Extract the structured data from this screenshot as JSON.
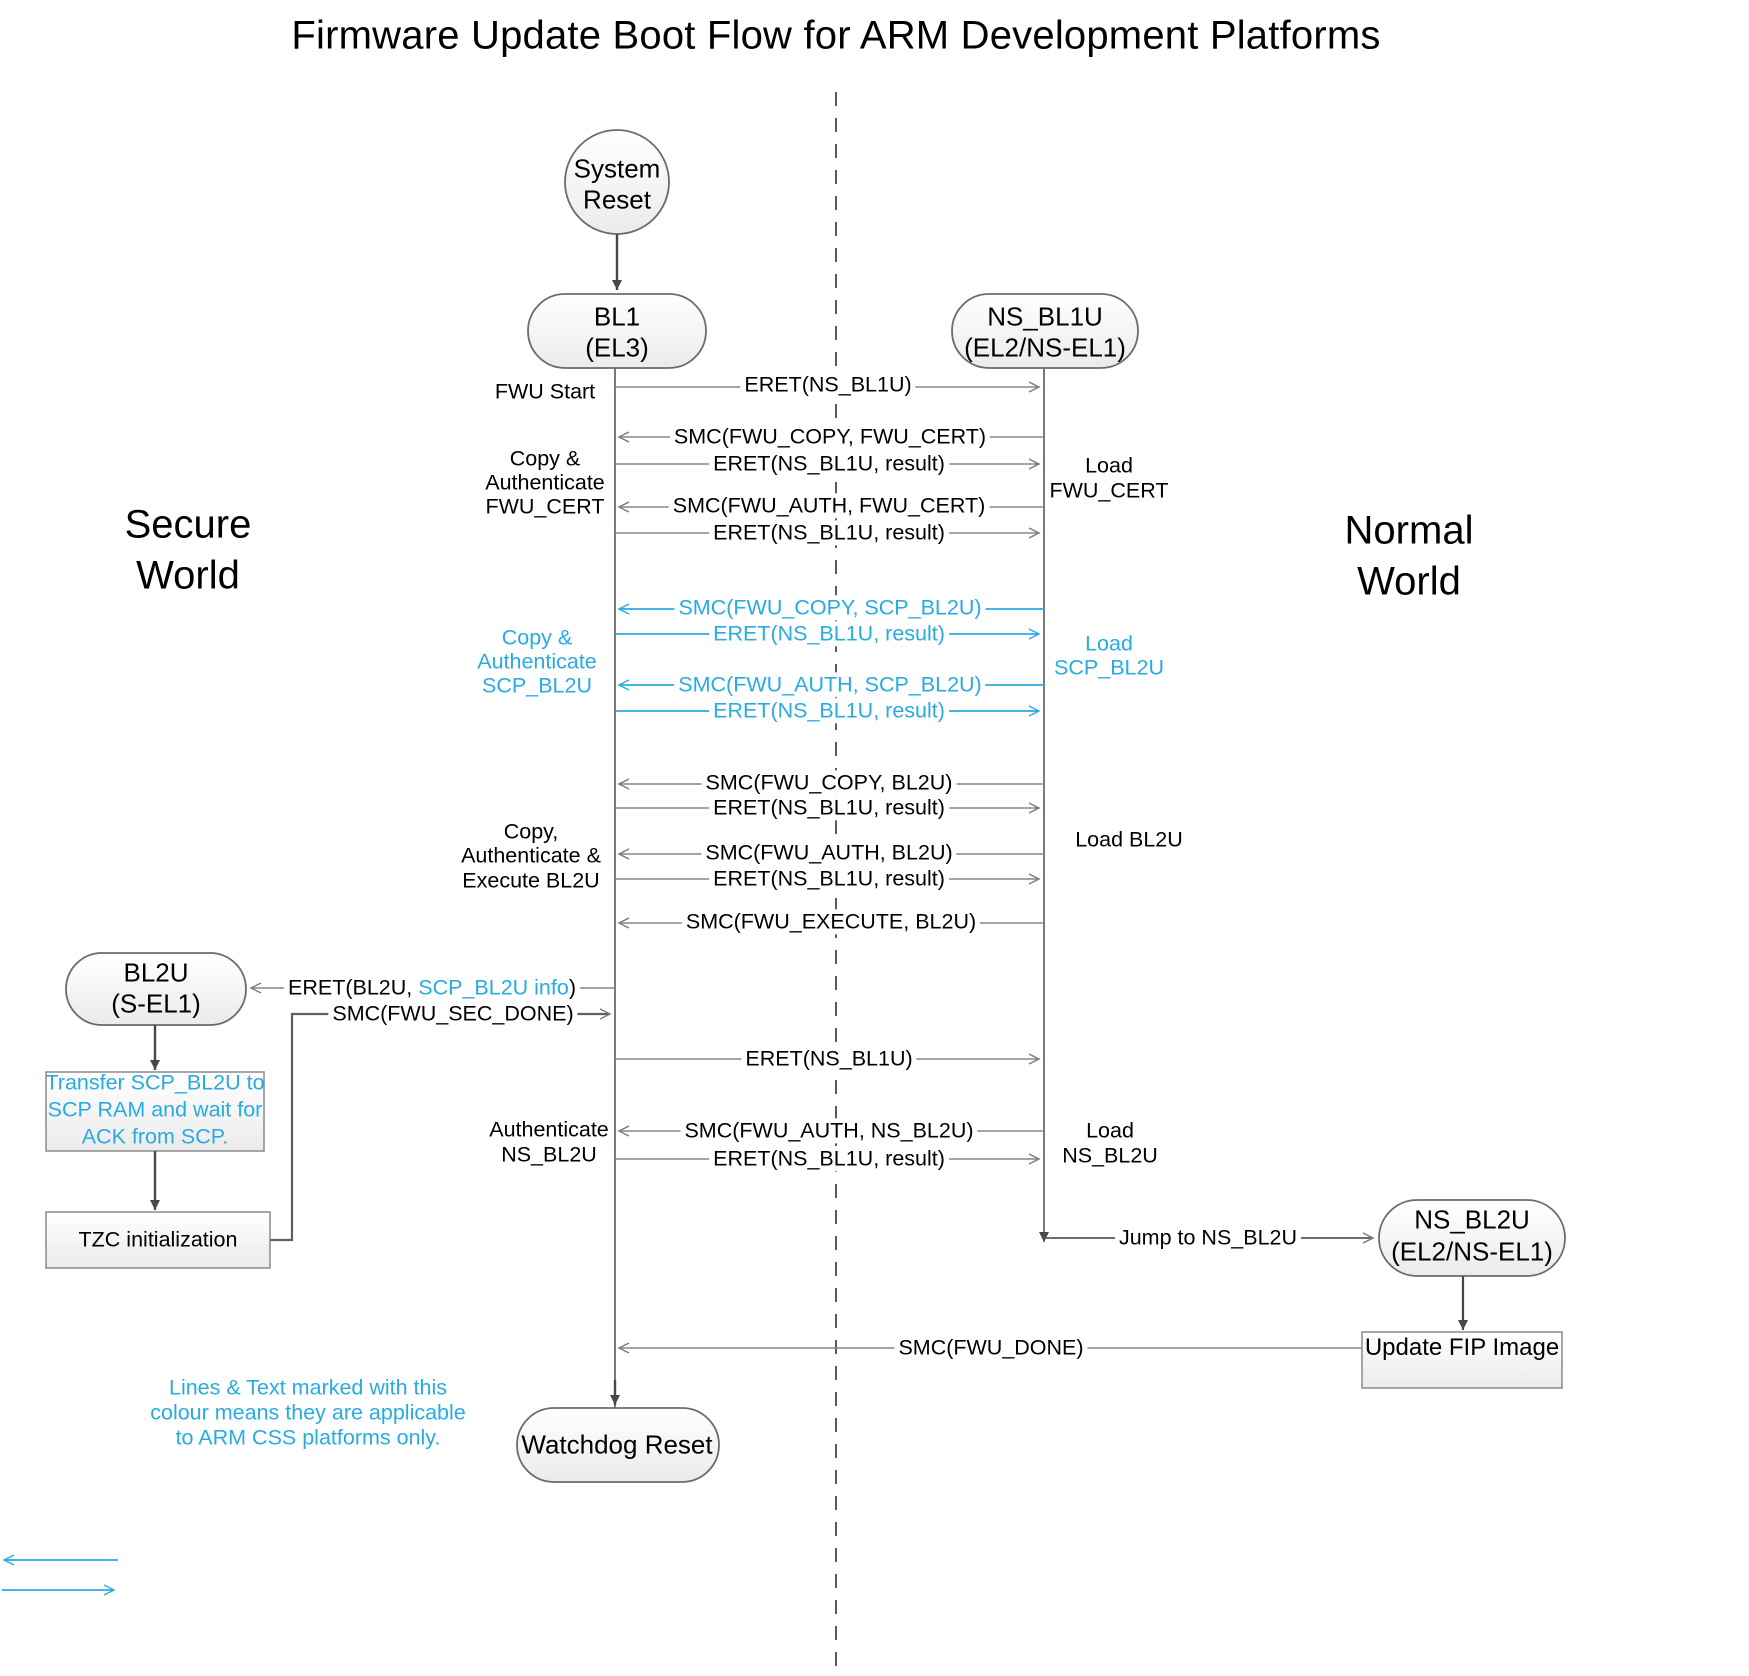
{
  "title": "Firmware Update Boot Flow for ARM Development Platforms",
  "worlds": {
    "secure": "Secure\nWorld",
    "secure_line1": "Secure",
    "secure_line2": "World",
    "normal_line1": "Normal",
    "normal_line2": "World"
  },
  "colors": {
    "cyan": "#29ABE2",
    "line": "#595959",
    "line_light": "#808080",
    "node_fill_top": "#ffffff",
    "node_fill_bottom": "#eeeeee",
    "node_stroke": "#595959",
    "text": "#000000"
  },
  "nodes": {
    "system_reset": {
      "line1": "System",
      "line2": "Reset"
    },
    "bl1": {
      "line1": "BL1",
      "line2": "(EL3)"
    },
    "ns_bl1u": {
      "line1": "NS_BL1U",
      "line2": "(EL2/NS-EL1)"
    },
    "bl2u": {
      "line1": "BL2U",
      "line2": "(S-EL1)"
    },
    "ns_bl2u": {
      "line1": "NS_BL2U",
      "line2": "(EL2/NS-EL1)"
    },
    "watchdog_reset": {
      "label": "Watchdog Reset"
    },
    "transfer_scp": {
      "line1": "Transfer SCP_BL2U to",
      "line2": "SCP RAM and wait for",
      "line3": "ACK from SCP."
    },
    "tzc_init": {
      "label": "TZC initialization"
    },
    "update_fip": {
      "label": "Update FIP Image"
    }
  },
  "messages": [
    {
      "id": "m1",
      "label": "ERET(NS_BL1U)",
      "cyan": false,
      "dir": "right"
    },
    {
      "id": "m2",
      "label": "SMC(FWU_COPY, FWU_CERT)",
      "cyan": false,
      "dir": "left"
    },
    {
      "id": "m3",
      "label": "ERET(NS_BL1U, result)",
      "cyan": false,
      "dir": "right"
    },
    {
      "id": "m4",
      "label": "SMC(FWU_AUTH, FWU_CERT)",
      "cyan": false,
      "dir": "left"
    },
    {
      "id": "m5",
      "label": "ERET(NS_BL1U, result)",
      "cyan": false,
      "dir": "right"
    },
    {
      "id": "m6",
      "label": "SMC(FWU_COPY, SCP_BL2U)",
      "cyan": true,
      "dir": "left"
    },
    {
      "id": "m7",
      "label": "ERET(NS_BL1U, result)",
      "cyan": true,
      "dir": "right"
    },
    {
      "id": "m8",
      "label": "SMC(FWU_AUTH, SCP_BL2U)",
      "cyan": true,
      "dir": "left"
    },
    {
      "id": "m9",
      "label": "ERET(NS_BL1U, result)",
      "cyan": true,
      "dir": "right"
    },
    {
      "id": "m10",
      "label": "SMC(FWU_COPY, BL2U)",
      "cyan": false,
      "dir": "left"
    },
    {
      "id": "m11",
      "label": "ERET(NS_BL1U, result)",
      "cyan": false,
      "dir": "right"
    },
    {
      "id": "m12",
      "label": "SMC(FWU_AUTH, BL2U)",
      "cyan": false,
      "dir": "left"
    },
    {
      "id": "m13",
      "label": "ERET(NS_BL1U, result)",
      "cyan": false,
      "dir": "right"
    },
    {
      "id": "m14",
      "label": "SMC(FWU_EXECUTE, BL2U)",
      "cyan": false,
      "dir": "left"
    },
    {
      "id": "m17",
      "label": "ERET(NS_BL1U)",
      "cyan": false,
      "dir": "right"
    },
    {
      "id": "m18",
      "label": "SMC(FWU_AUTH, NS_BL2U)",
      "cyan": false,
      "dir": "left"
    },
    {
      "id": "m19",
      "label": "ERET(NS_BL1U, result)",
      "cyan": false,
      "dir": "right"
    },
    {
      "id": "m20",
      "label": "Jump to NS_BL2U",
      "cyan": false,
      "dir": "right"
    },
    {
      "id": "m21",
      "label": "SMC(FWU_DONE)",
      "cyan": false,
      "dir": "left"
    }
  ],
  "eret_bl2u": {
    "prefix": "ERET(BL2U, ",
    "cyan_part": "SCP_BL2U info",
    "suffix": ")"
  },
  "smc_sec_done": {
    "label": "SMC(FWU_SEC_DONE)"
  },
  "left_annotations": [
    {
      "id": "a1",
      "lines": [
        "FWU Start"
      ],
      "cyan": false
    },
    {
      "id": "a2",
      "lines": [
        "Copy &",
        "Authenticate",
        "FWU_CERT"
      ],
      "cyan": false
    },
    {
      "id": "a3",
      "lines": [
        "Copy &",
        "Authenticate",
        "SCP_BL2U"
      ],
      "cyan": true
    },
    {
      "id": "a4",
      "lines": [
        "Copy,",
        "Authenticate &",
        "Execute BL2U"
      ],
      "cyan": false
    },
    {
      "id": "a5",
      "lines": [
        "Authenticate",
        "NS_BL2U"
      ],
      "cyan": false
    }
  ],
  "right_annotations": [
    {
      "id": "b1",
      "lines": [
        "Load",
        "FWU_CERT"
      ],
      "cyan": false
    },
    {
      "id": "b2",
      "lines": [
        "Load",
        "SCP_BL2U"
      ],
      "cyan": true
    },
    {
      "id": "b3",
      "lines": [
        "Load BL2U"
      ],
      "cyan": false
    },
    {
      "id": "b4",
      "lines": [
        "Load",
        "NS_BL2U"
      ],
      "cyan": false
    }
  ],
  "legend": {
    "line1": "Lines & Text marked with this",
    "line2": "colour means they are applicable",
    "line3": "to ARM CSS platforms only."
  }
}
